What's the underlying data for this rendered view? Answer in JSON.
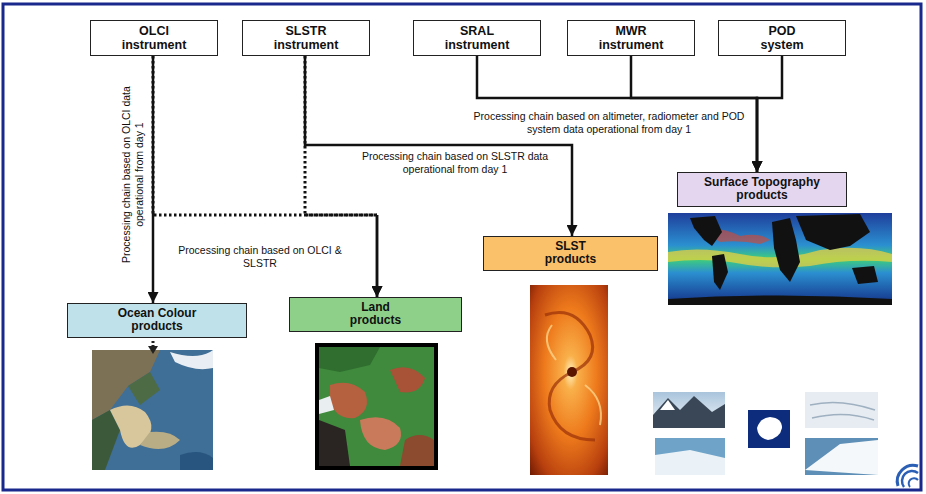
{
  "diagram": {
    "nodes": [
      {
        "text": [
          "OLCI instrument"
        ]
      },
      {
        "text": [
          "SLSTR instrument"
        ]
      },
      {
        "text": [
          "SRAL instrument"
        ]
      },
      {
        "text": [
          "MWR instrument"
        ]
      },
      {
        "text": [
          "POD system"
        ]
      },
      {
        "text": [
          "Surface Topography products"
        ]
      },
      {
        "text": [
          "SLST products"
        ]
      },
      {
        "text": [
          "Ocean Colour products"
        ]
      },
      {
        "text": [
          "Land products"
        ]
      }
    ],
    "edges": [
      {
        "from": 0,
        "to": 7,
        "arrow": "to",
        "label": "Processing chain based on OLCI data operational from day 1"
      },
      {
        "from": 2,
        "to": 5,
        "arrow": "to",
        "label": "Processing chain based on altimeter, radiometer and POD system data operational from day 1"
      },
      {
        "from": 3,
        "to": 5,
        "arrow": "to"
      },
      {
        "from": 4,
        "to": 5,
        "arrow": "to"
      },
      {
        "from": 1,
        "to": 6,
        "arrow": "to",
        "label": "Processing chain based on SLSTR data operational from day 1"
      },
      {
        "from": 0,
        "to": 8,
        "arrow": "to",
        "label": "Processing chain based on OLCI & SLSTR"
      },
      {
        "from": 1,
        "to": 8,
        "arrow": "to"
      }
    ]
  }
}
